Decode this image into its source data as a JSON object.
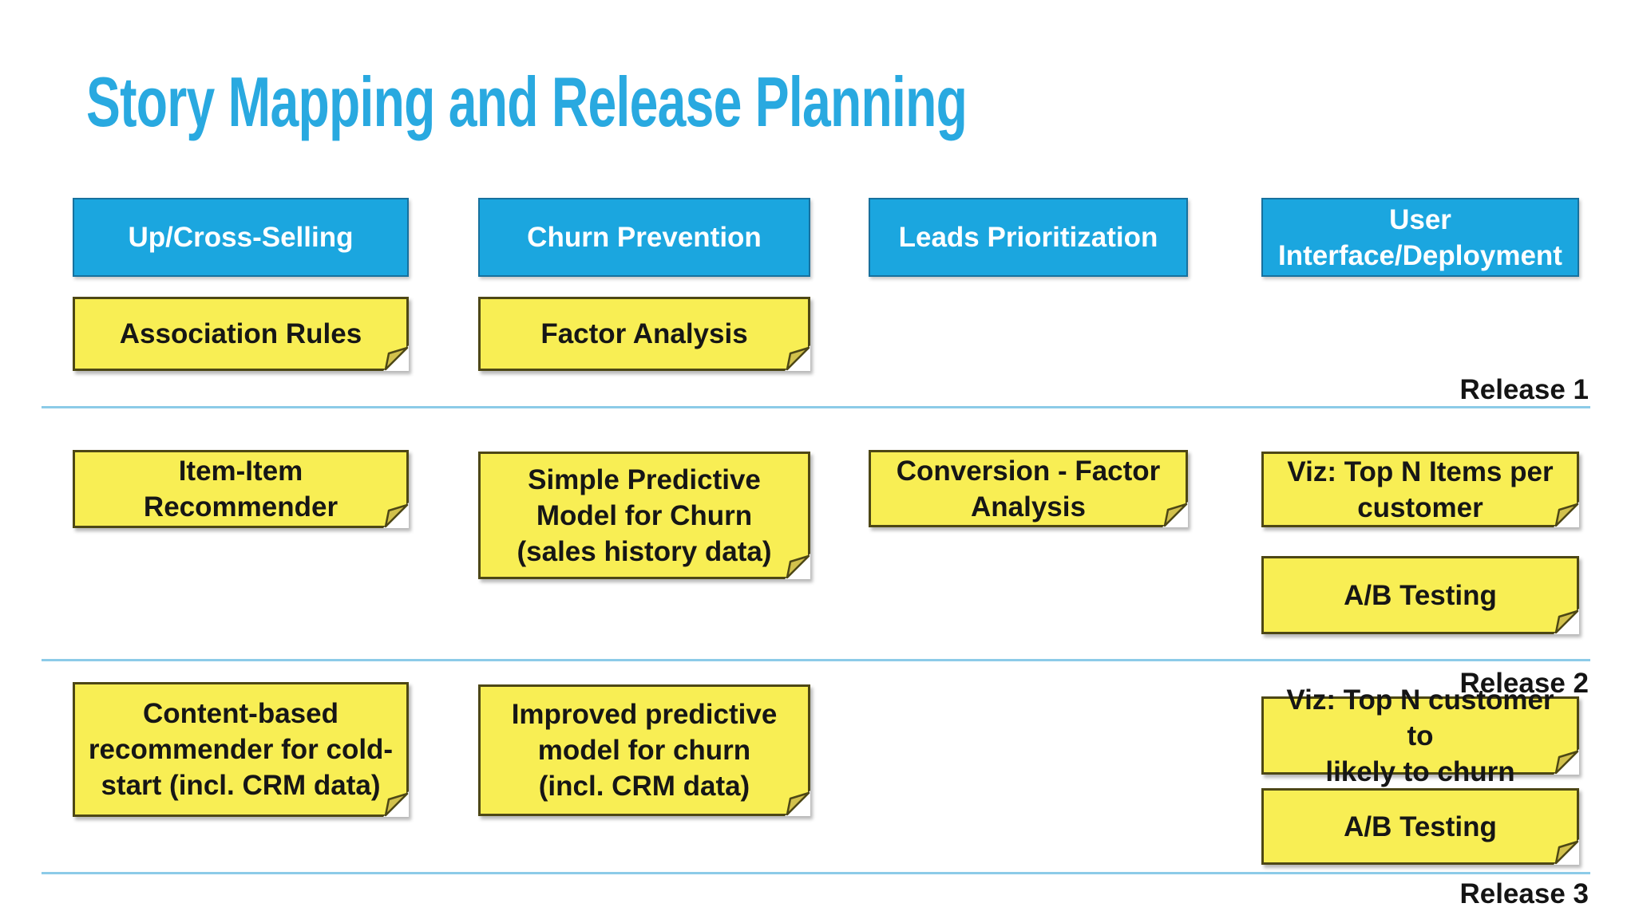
{
  "title": "Story Mapping and Release Planning",
  "colors": {
    "title_blue": "#29A9E0",
    "header_fill": "#1BA6DF",
    "header_border": "#17719E",
    "note_fill": "#F8EE54",
    "note_border": "#4D4715",
    "note_fold": "#D2C14C",
    "release_line": "#8CCBE8",
    "text_dark": "#161616"
  },
  "columns": [
    {
      "label": "Up/Cross-Selling"
    },
    {
      "label": "Churn Prevention"
    },
    {
      "label": "Leads Prioritization"
    },
    {
      "label": "User\nInterface/Deployment"
    }
  ],
  "releases": [
    {
      "label": "Release 1"
    },
    {
      "label": "Release 2"
    },
    {
      "label": "Release 3"
    }
  ],
  "notes": {
    "association_rules": "Association Rules",
    "factor_analysis": "Factor Analysis",
    "item_item_recommender": "Item-Item\nRecommender",
    "simple_predictive_model": "Simple Predictive\nModel for Churn\n(sales history data)",
    "conversion_factor_analysis": "Conversion - Factor\nAnalysis",
    "viz_top_n_items": "Viz: Top N Items per\ncustomer",
    "ab_testing_release2": "A/B Testing",
    "content_based_recommender": "Content-based\nrecommender for cold-\nstart (incl. CRM data)",
    "improved_predictive_model": "Improved predictive\nmodel for churn\n(incl. CRM data)",
    "viz_top_n_customer": "Viz: Top N customer to\nlikely to churn",
    "ab_testing_release3": "A/B Testing"
  }
}
